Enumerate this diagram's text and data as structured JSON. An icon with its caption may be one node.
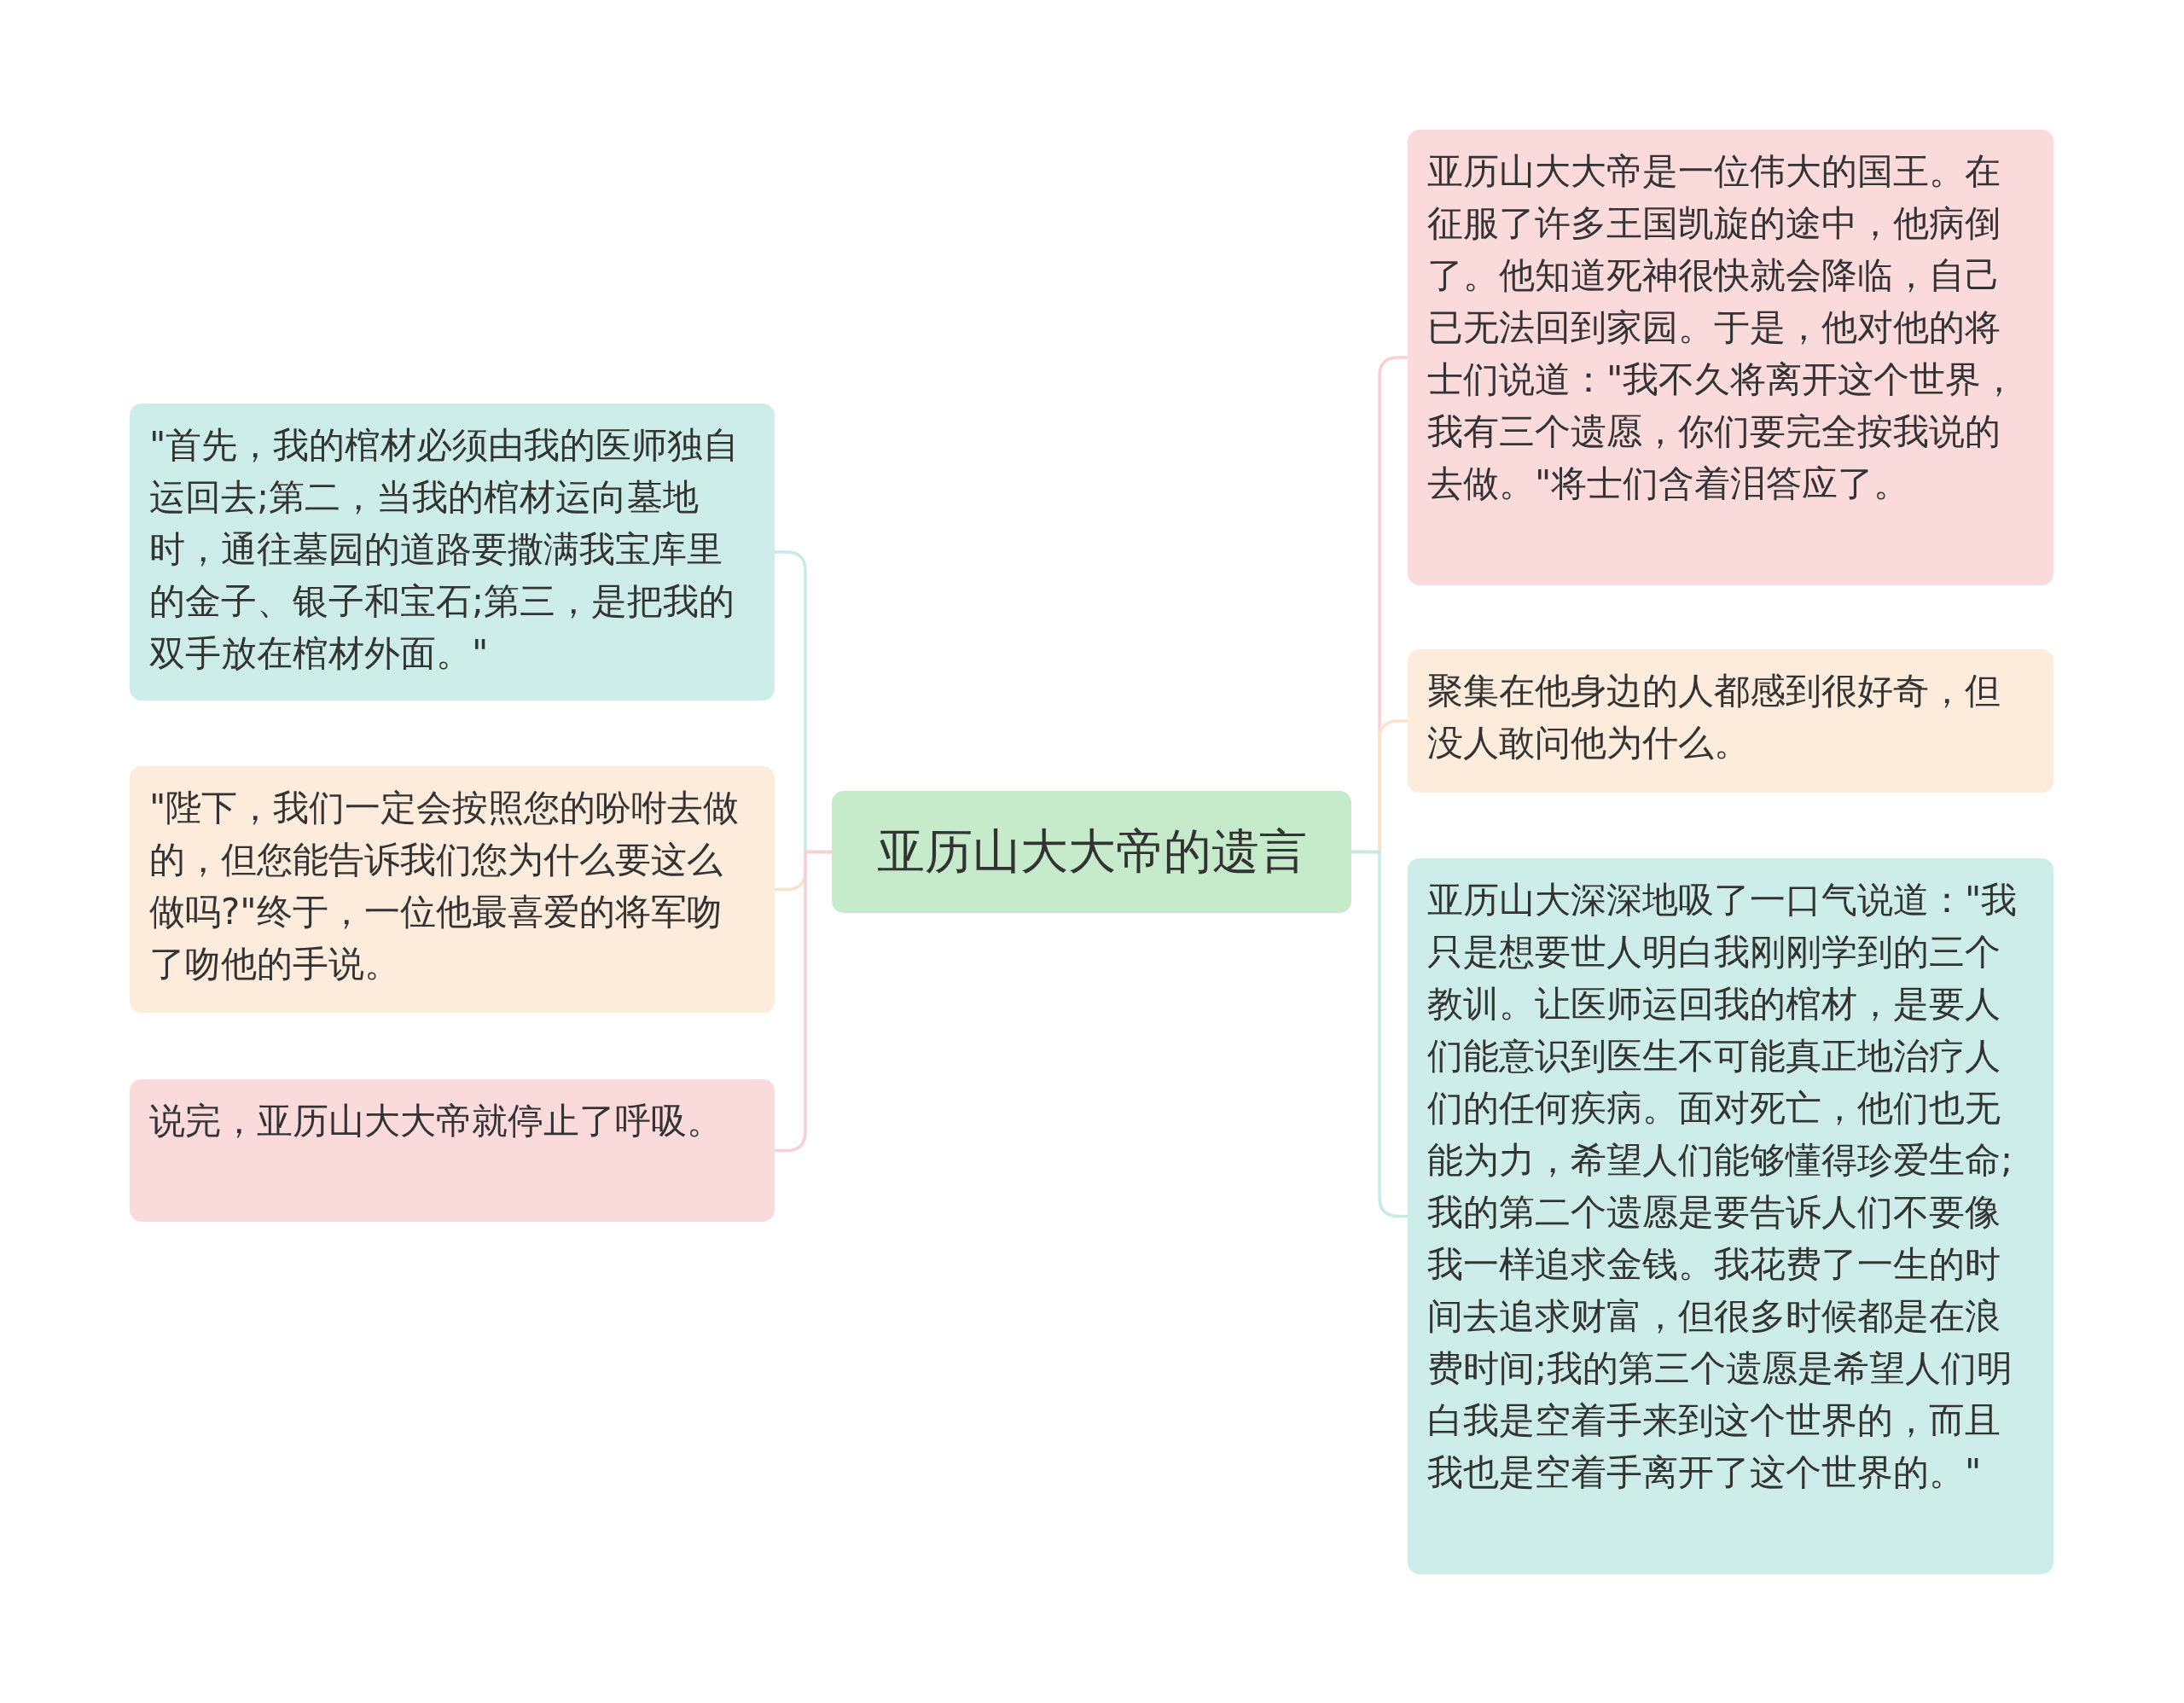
{
  "diagram": {
    "nodes": [
      {
        "text": [
          "亚历山大大帝的遗言"
        ]
      },
      {
        "text": [
          "\"首先，我的棺材必须由我的医师独自运回去;第二，当我的棺材运向墓地时，通往墓园的道路要撒满我宝库里的金子、银子和宝石;第三，是把我的双手放在棺材外面。\""
        ]
      },
      {
        "text": [
          "\"陛下，我们一定会按照您的吩咐去做的，但您能告诉我们您为什么要这么做吗?\"终于，一位他最喜爱的将军吻了吻他的手说。"
        ]
      },
      {
        "text": [
          "说完，亚历山大大帝就停止了呼吸。"
        ]
      },
      {
        "text": [
          "亚历山大大帝是一位伟大的国王。在征服了许多王国凯旋的途中，他病倒了。他知道死神很快就会降临，自己已无法回到家园。于是，他对他的将士们说道：\"我不久将离开这个世界，我有三个遗愿，你们要完全按我说的去做。\"将士们含着泪答应了。"
        ]
      },
      {
        "text": [
          "聚集在他身边的人都感到很好奇，但没人敢问他为什么。"
        ]
      },
      {
        "text": [
          "亚历山大深深地吸了一口气说道：\"我只是想要世人明白我刚刚学到的三个教训。让医师运回我的棺材，是要人们能意识到医生不可能真正地治疗人们的任何疾病。面对死亡，他们也无能为力，希望人们能够懂得珍爱生命;我的第二个遗愿是要告诉人们不要像我一样追求金钱。我花费了一生的时间去追求财富，但很多时候都是在浪费时间;我的第三个遗愿是希望人们明白我是空着手来到这个世界的，而且我也是空着手离开了这个世界的。\""
        ]
      }
    ],
    "edges": [
      {
        "from": 0,
        "to": 1,
        "arrow": "none",
        "color": "#c6ebe5"
      },
      {
        "from": 0,
        "to": 2,
        "arrow": "none",
        "color": "#fbe2cc"
      },
      {
        "from": 0,
        "to": 3,
        "arrow": "none",
        "color": "#f8d0d2"
      },
      {
        "from": 0,
        "to": 4,
        "arrow": "none",
        "color": "#f8d0d2"
      },
      {
        "from": 0,
        "to": 5,
        "arrow": "none",
        "color": "#fbe2cc"
      },
      {
        "from": 0,
        "to": 6,
        "arrow": "none",
        "color": "#c6ebe5"
      }
    ]
  }
}
